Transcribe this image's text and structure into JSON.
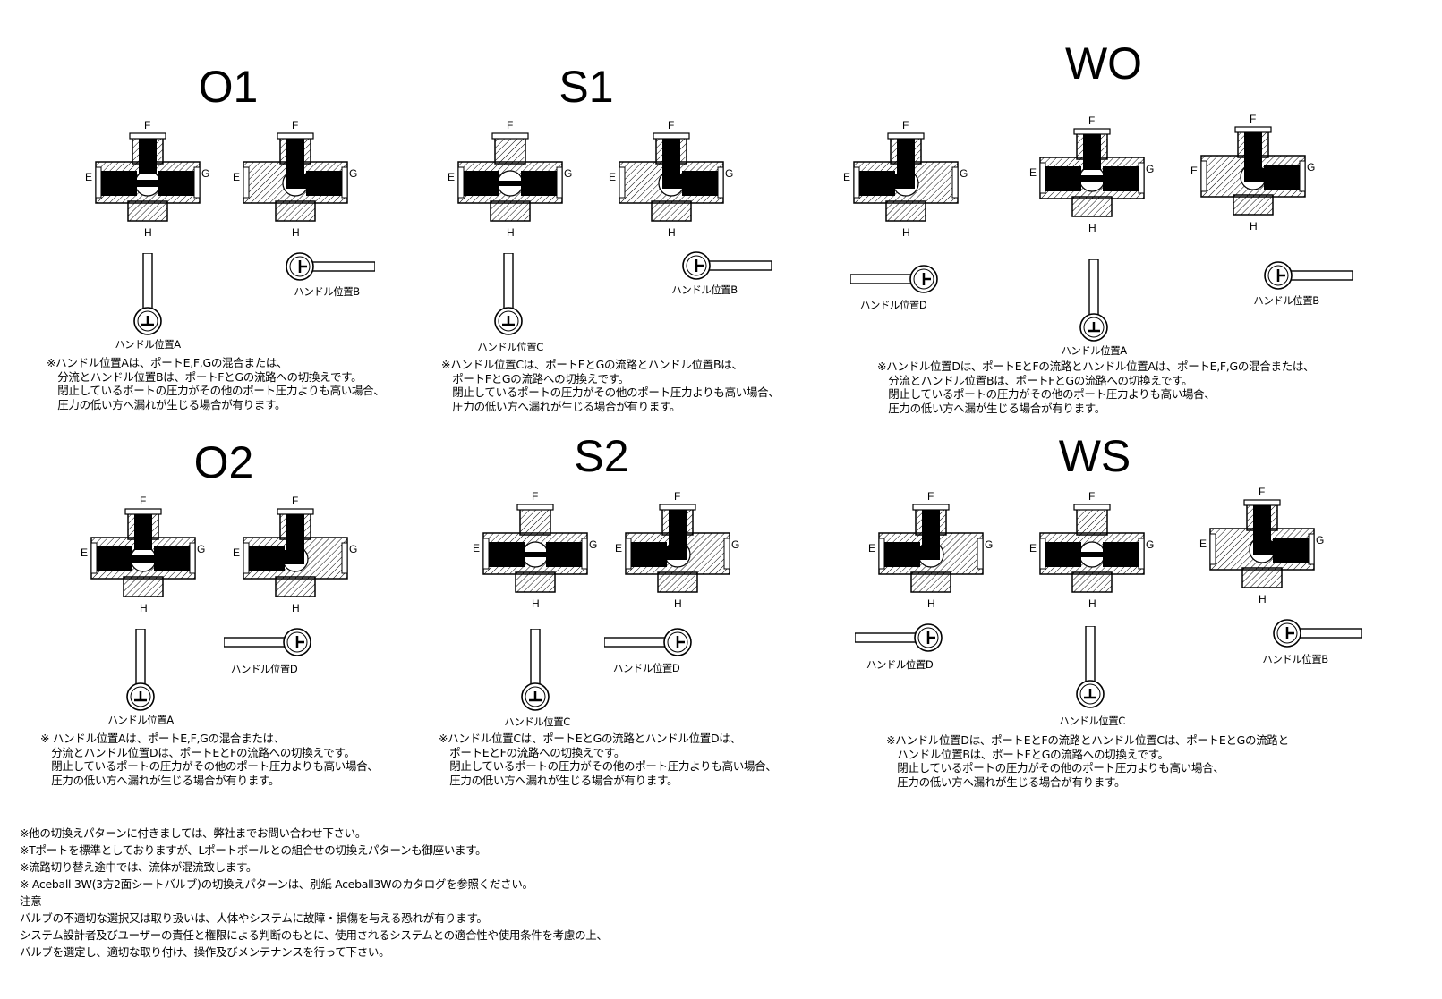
{
  "ports": {
    "F": "F",
    "E": "E",
    "G": "G",
    "H": "H"
  },
  "handle_labels": {
    "A": "ハンドル位置A",
    "B": "ハンドル位置B",
    "C": "ハンドル位置C",
    "D": "ハンドル位置D"
  },
  "panels": {
    "O1": {
      "title": "O1",
      "note": [
        "※ハンドル位置Aは、ポートE,F,Gの混合または、",
        "　分流とハンドル位置Bは、ポートFとGの流路への切換えです。",
        "　閉止しているポートの圧力がその他のポート圧力よりも高い場合、",
        "　圧力の低い方へ漏れが生じる場合が有ります。"
      ]
    },
    "S1": {
      "title": "S1",
      "note": [
        "※ハンドル位置Cは、ポートEとGの流路とハンドル位置Bは、",
        "　ポートFとGの流路への切換えです。",
        "　閉止しているポートの圧力がその他のポート圧力よりも高い場合、",
        "　圧力の低い方へ漏れが生じる場合が有ります。"
      ]
    },
    "WO": {
      "title": "WO",
      "note": [
        "※ハンドル位置Dは、ポートEとFの流路とハンドル位置Aは、ポートE,F,Gの混合または、",
        "　分流とハンドル位置Bは、ポートFとGの流路への切換えです。",
        "　閉止しているポートの圧力がその他のポート圧力よりも高い場合、",
        "　圧力の低い方へ漏が生じる場合が有ります。"
      ]
    },
    "O2": {
      "title": "O2",
      "note": [
        "※ ハンドル位置Aは、ポートE,F,Gの混合または、",
        "　分流とハンドル位置Dは、ポートEとFの流路への切換えです。",
        "　閉止しているポートの圧力がその他のポート圧力よりも高い場合、",
        "　圧力の低い方へ漏れが生じる場合が有ります。"
      ]
    },
    "S2": {
      "title": "S2",
      "note": [
        "※ハンドル位置Cは、ポートEとGの流路とハンドル位置Dは、",
        "　ポートEとFの流路への切換えです。",
        "　閉止しているポートの圧力がその他のポート圧力よりも高い場合、",
        "　圧力の低い方へ漏れが生じる場合が有ります。"
      ]
    },
    "WS": {
      "title": "WS",
      "note": [
        "※ハンドル位置Dは、ポートEとFの流路とハンドル位置Cは、ポートEとGの流路と",
        "　ハンドル位置Bは、ポートFとGの流路への切換えです。",
        "　閉止しているポートの圧力がその他のポート圧力よりも高い場合、",
        "　圧力の低い方へ漏れが生じる場合が有ります。"
      ]
    }
  },
  "footer": [
    "※他の切換えパターンに付きましては、弊社までお問い合わせ下さい。",
    "※Tポートを標準としておりますが、Lポートボールとの組合せの切換えパターンも御座います。",
    "※流路切り替え途中では、流体が混流致します。",
    "※ Aceball 3W(3方2面シートバルブ)の切換えパターンは、別紙 Aceball3Wのカタログを参照ください。",
    "注意",
    "バルブの不適切な選択又は取り扱いは、人体やシステムに故障・損傷を与える恐れが有ります。",
    "システム設計者及びユーザーの責任と権限による判断のもとに、使用されるシステムとの適合性や使用条件を考慮の上、",
    "バルブを選定し、適切な取り付け、操作及びメンテナンスを行って下さい。"
  ]
}
